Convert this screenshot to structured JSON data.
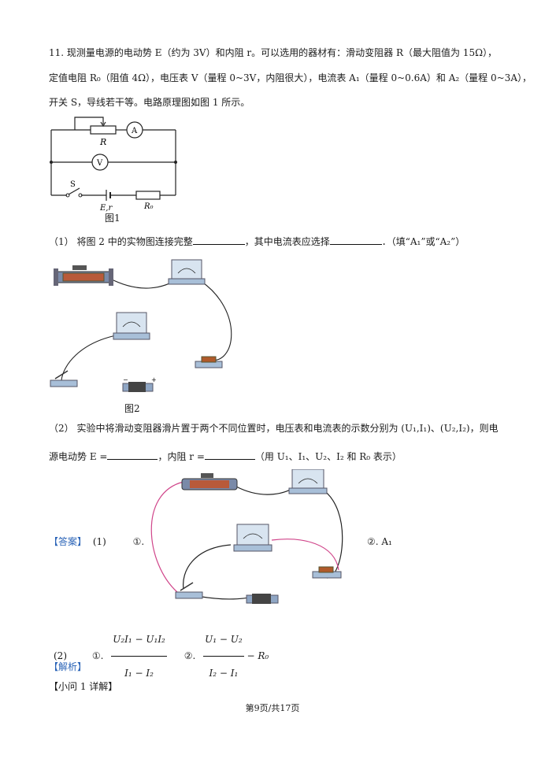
{
  "problem": {
    "line1": "11. 现测量电源的电动势 E（约为 3V）和内阻 r。可以选用的器材有：滑动变阻器 R（最大阻值为 15Ω），",
    "line2": "定值电阻 R₀（阻值 4Ω），电压表 V（量程 0~3V，内阻很大），电流表 A₁（量程 0~0.6A）和 A₂（量程 0~3A），",
    "line3": "开关 S，导线若干等。电路原理图如图 1 所示。"
  },
  "fig1": {
    "caption": "图1",
    "label_R": "R",
    "label_A": "A",
    "label_V": "V",
    "label_S": "S",
    "label_Er": "E,r",
    "label_R0": "R₀"
  },
  "q1": {
    "prefix": "（1） 将图 2 中的实物图连接完整",
    "mid": "，其中电流表应选择",
    "suffix": "．（填“A₁”或“A₂”）"
  },
  "fig2": {
    "caption": "图2"
  },
  "q2": {
    "line1": "（2） 实验中将滑动变阻器滑片置于两个不同位置时，电压表和电流表的示数分别为 (U₁,I₁)、(U₂,I₂)，则电",
    "line2_prefix": "源电动势 E =",
    "line2_mid": "，内阻 r =",
    "line2_suffix": "（用 U₁、I₁、U₂、I₂ 和 R₀ 表示）"
  },
  "answer": {
    "tag": "【答案】",
    "part1_label": "(1)",
    "item1": "①.",
    "item2": "②.  A₁",
    "part2_label": "(2)",
    "item2_1": "①.",
    "item2_2": "②.",
    "frac1_num": "U₂I₁ − U₁I₂",
    "frac1_den": "I₁ − I₂",
    "frac2_num": "U₁ − U₂",
    "frac2_den": "I₂ − I₁",
    "frac2_tail": "− R₀"
  },
  "analysis": {
    "tag": "【解析】",
    "sub": "【小问 1 详解】"
  },
  "footer": "第9页/共17页"
}
